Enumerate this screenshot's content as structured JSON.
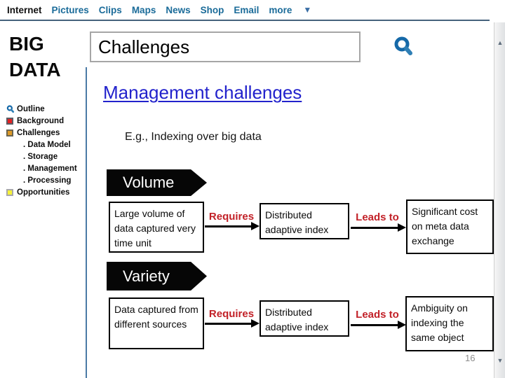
{
  "nav": {
    "items": [
      {
        "label": "Internet"
      },
      {
        "label": "Pictures"
      },
      {
        "label": "Clips"
      },
      {
        "label": "Maps"
      },
      {
        "label": "News"
      },
      {
        "label": "Shop"
      },
      {
        "label": "Email"
      },
      {
        "label": "more"
      }
    ],
    "more_caret": "▼"
  },
  "logo": {
    "line1": "BIG",
    "line2": "DATA"
  },
  "search": {
    "query": "Challenges"
  },
  "sidebar": {
    "items": [
      {
        "label": "Outline",
        "icon": "magnifier-icon"
      },
      {
        "label": "Background",
        "icon": "red-square"
      },
      {
        "label": "Challenges",
        "icon": "orange-square"
      },
      {
        "label": ". Data Model",
        "icon": "none"
      },
      {
        "label": ". Storage",
        "icon": "none"
      },
      {
        "label": ". Management",
        "icon": "none"
      },
      {
        "label": ". Processing",
        "icon": "none"
      },
      {
        "label": "Opportunities",
        "icon": "yellow-square"
      }
    ]
  },
  "slide": {
    "heading": "Management challenges",
    "subheading": "E.g., Indexing over big data",
    "rows": [
      {
        "banner": "Volume",
        "cause": "Large volume of data captured very time unit",
        "relation1": "Requires",
        "middle": "Distributed adaptive index",
        "relation2": "Leads to",
        "effect": "Significant cost on meta data exchange"
      },
      {
        "banner": "Variety",
        "cause": "Data captured from different sources",
        "relation1": "Requires",
        "middle": "Distributed adaptive index",
        "relation2": "Leads to",
        "effect": "Ambiguity on indexing the same object"
      }
    ],
    "page_number": "16"
  },
  "scrollbar": {
    "up": "▲",
    "down": "▼"
  },
  "colors": {
    "nav_link": "#1a6b99",
    "nav_underline": "#46627c",
    "heading_blue": "#2222cc",
    "relation_red": "#c22128",
    "banner_black": "#060606",
    "bullet_red": "#e52222",
    "bullet_orange": "#dd9a28",
    "bullet_yellow": "#f6f238",
    "divider_blue": "#4b7aa5"
  }
}
